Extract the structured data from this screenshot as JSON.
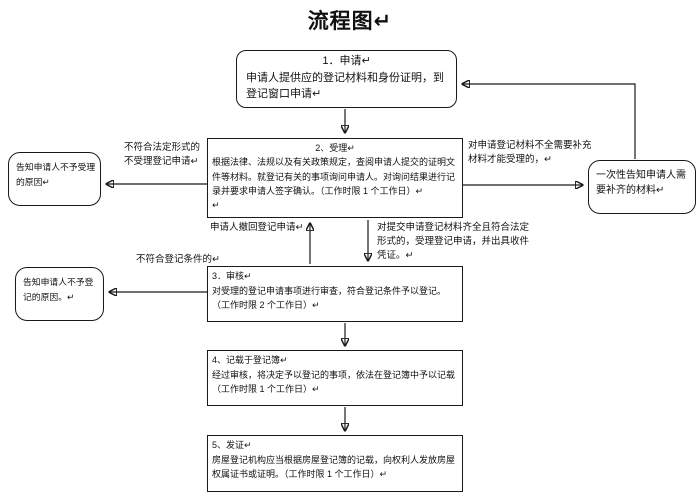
{
  "title": "流程图↵",
  "steps": [
    {
      "heading": "1．申请↵",
      "body": "申请人提供应的登记材料和身份证明，到登记窗口申请↵"
    },
    {
      "heading": "2、受理↵",
      "body": "根据法律、法规以及有关政策规定，查阅申请人提交的证明文件等材料。就登记有关的事项询问申请人。对询问结果进行记录并要求申请人签字确认。（工作时限 1 个工作日）↵",
      "extra": "↵"
    },
    {
      "heading": "3．审核↵",
      "body": "对受理的登记申请事项进行审查，符合登记条件予以登记。（工作时限 2 个工作日）↵"
    },
    {
      "heading": "4、记载于登记簿↵",
      "body": "经过审核，将决定予以登记的事项，依法在登记簿中予以记载（工作时限 1 个工作日）↵"
    },
    {
      "heading": "5、发证↵",
      "body": "房屋登记机构应当根据房屋登记簿的记载，向权利人发放房屋权属证书或证明。（工作时限 1 个工作日）↵"
    }
  ],
  "side_notes": {
    "notify_no_accept": "告知申请人不予受理的原因↵",
    "notify_no_register": "告知申请人不予登记的原因。↵",
    "one_time_notify": "一次性告知申请人需要补齐的材料↵"
  },
  "edge_labels": {
    "not_legal_form": "不符合法定形式的不受理登记申请↵",
    "materials_incomplete": "对申请登记材料不全需要补充材料才能受理的，↵",
    "withdraw": "申请人撤回登记申请↵",
    "accepted": "对提交申请登记材料齐全且符合法定形式的，受理登记申请，并出具收件凭证。↵",
    "not_meet_condition": "不符合登记条件的↵"
  },
  "colors": {
    "line": "#1a1a1a",
    "background": "#ffffff",
    "text": "#111111"
  }
}
